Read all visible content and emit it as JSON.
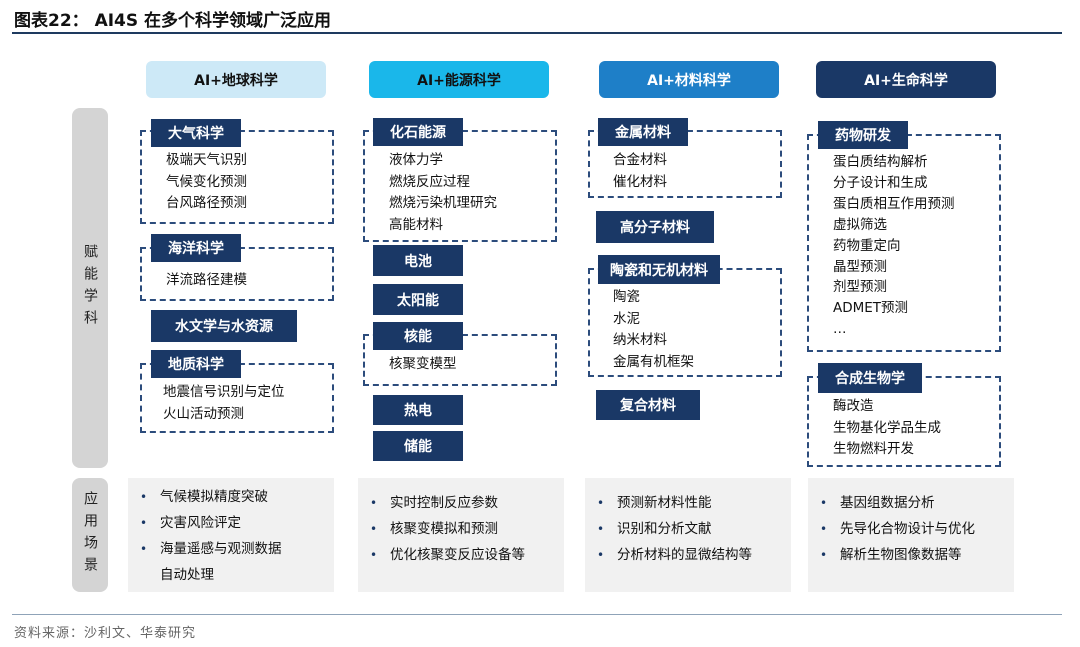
{
  "figure_title": "图表22：  AI4S 在多个科学领域广泛应用",
  "source": "资料来源：沙利文、华泰研究",
  "side_labels": {
    "top": "赋能学科",
    "bottom": "应用场景"
  },
  "colors": {
    "header1": "#cde9f7",
    "header2": "#1ab7ea",
    "header3": "#1e7fc8",
    "header4": "#1a3866",
    "tag": "#1a3866"
  },
  "columns": [
    {
      "header": "AI+地球科学",
      "groups": [
        {
          "tag": "大气科学",
          "items": [
            "极端天气识别",
            "气候变化预测",
            "台风路径预测"
          ]
        },
        {
          "tag": "海洋科学",
          "items": [
            "洋流路径建模"
          ]
        },
        {
          "tag": "水文学与水资源",
          "items": []
        },
        {
          "tag": "地质科学",
          "items": [
            "地震信号识别与定位",
            "火山活动预测"
          ]
        }
      ],
      "apps": [
        "气候模拟精度突破",
        "灾害风险评定",
        "海量遥感与观测数据"
      ],
      "app_continuation": "自动处理"
    },
    {
      "header": "AI+能源科学",
      "groups": [
        {
          "tag": "化石能源",
          "items": [
            "液体力学",
            "燃烧反应过程",
            "燃烧污染机理研究",
            "高能材料"
          ]
        },
        {
          "tag": "电池",
          "items": []
        },
        {
          "tag": "太阳能",
          "items": []
        },
        {
          "tag": "核能",
          "items": [
            "核聚变模型"
          ]
        },
        {
          "tag": "热电",
          "items": []
        },
        {
          "tag": "储能",
          "items": []
        }
      ],
      "apps": [
        "实时控制反应参数",
        "核聚变模拟和预测",
        "优化核聚变反应设备等"
      ]
    },
    {
      "header": "AI+材料科学",
      "groups": [
        {
          "tag": "金属材料",
          "items": [
            "合金材料",
            "催化材料"
          ]
        },
        {
          "tag": "高分子材料",
          "items": []
        },
        {
          "tag": "陶瓷和无机材料",
          "items": [
            "陶瓷",
            "水泥",
            "纳米材料",
            "金属有机框架"
          ]
        },
        {
          "tag": "复合材料",
          "items": []
        }
      ],
      "apps": [
        "预测新材料性能",
        "识别和分析文献",
        "分析材料的显微结构等"
      ]
    },
    {
      "header": "AI+生命科学",
      "groups": [
        {
          "tag": "药物研发",
          "items": [
            "蛋白质结构解析",
            "分子设计和生成",
            "蛋白质相互作用预测",
            "虚拟筛选",
            "药物重定向",
            "晶型预测",
            "剂型预测",
            "ADMET预测",
            "…"
          ]
        },
        {
          "tag": "合成生物学",
          "items": [
            "酶改造",
            "生物基化学品生成",
            "生物燃料开发"
          ]
        }
      ],
      "apps": [
        "基因组数据分析",
        "先导化合物设计与优化",
        "解析生物图像数据等"
      ]
    }
  ]
}
